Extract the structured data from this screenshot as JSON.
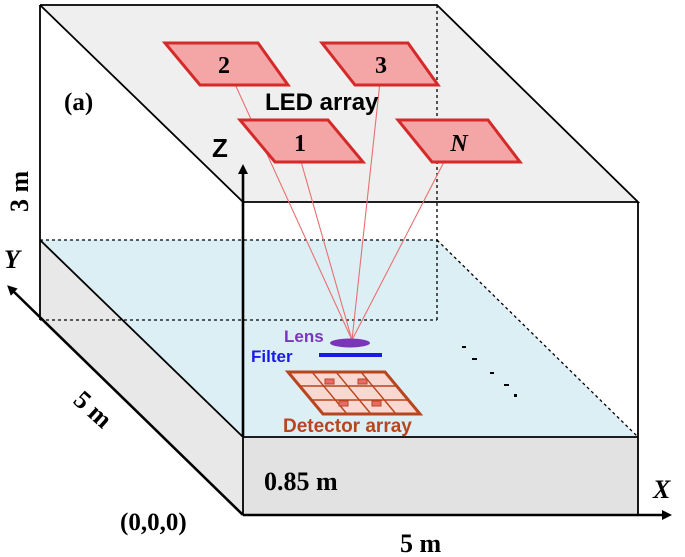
{
  "panel_label": "(a)",
  "led_array": {
    "label": "LED array",
    "leds": [
      "2",
      "3",
      "1",
      "N"
    ]
  },
  "axes": {
    "z": "Z",
    "y": "Y",
    "x": "X"
  },
  "dimensions": {
    "height": "3 m",
    "depth": "5 m",
    "width": "5 m",
    "receiver_height": "0.85 m",
    "origin": "(0,0,0)"
  },
  "receiver": {
    "lens": "Lens",
    "filter": "Filter",
    "detector": "Detector array"
  },
  "colors": {
    "led_fill": "#f4a6a6",
    "led_stroke": "#d42a2a",
    "ray": "#e87070",
    "ceiling": "#efefef",
    "receiver_plane": "#dceff5",
    "floor": "#dcdcdc",
    "lens": "#7b35b8",
    "filter": "#1a1ae6",
    "detector": "#b8451e",
    "detector_fill": "#f8d8d0"
  }
}
